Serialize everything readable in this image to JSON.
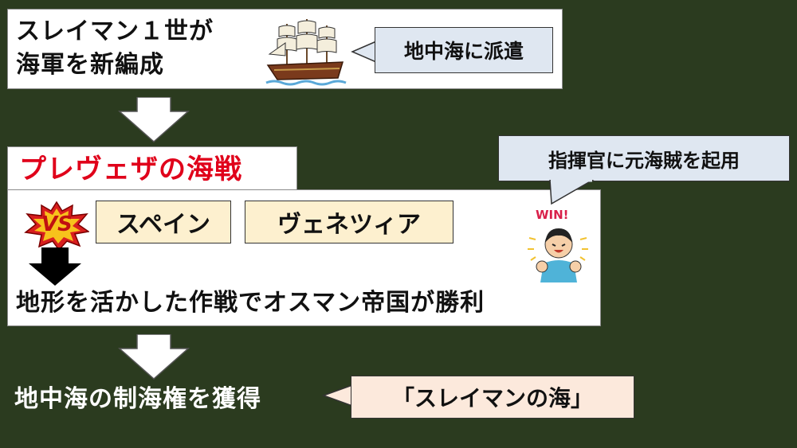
{
  "step1": {
    "line1": "スレイマン１世が",
    "line2": "海軍を新編成",
    "bubble": "地中海に派遣"
  },
  "battle": {
    "title": "プレヴェザの海戦",
    "vs": "VS",
    "side_a": "スペイン",
    "side_b": "ヴェネツィア",
    "note": "指揮官に元海賊を起用",
    "win": "WIN!",
    "result": "地形を活かした作戦でオスマン帝国が勝利"
  },
  "outcome": {
    "text": "地中海の制海権を獲得",
    "bubble": "「スレイマンの海」"
  },
  "colors": {
    "background": "#2b3b1f",
    "title_red": "#e0001a",
    "bubble_blue": "#dfe7f1",
    "tag_yellow": "#fdf0cf",
    "bubble_peach": "#fce9dc"
  },
  "icons": [
    "sailing-ship-icon",
    "vs-burst-icon",
    "down-arrow-icon",
    "winner-boy-icon"
  ]
}
